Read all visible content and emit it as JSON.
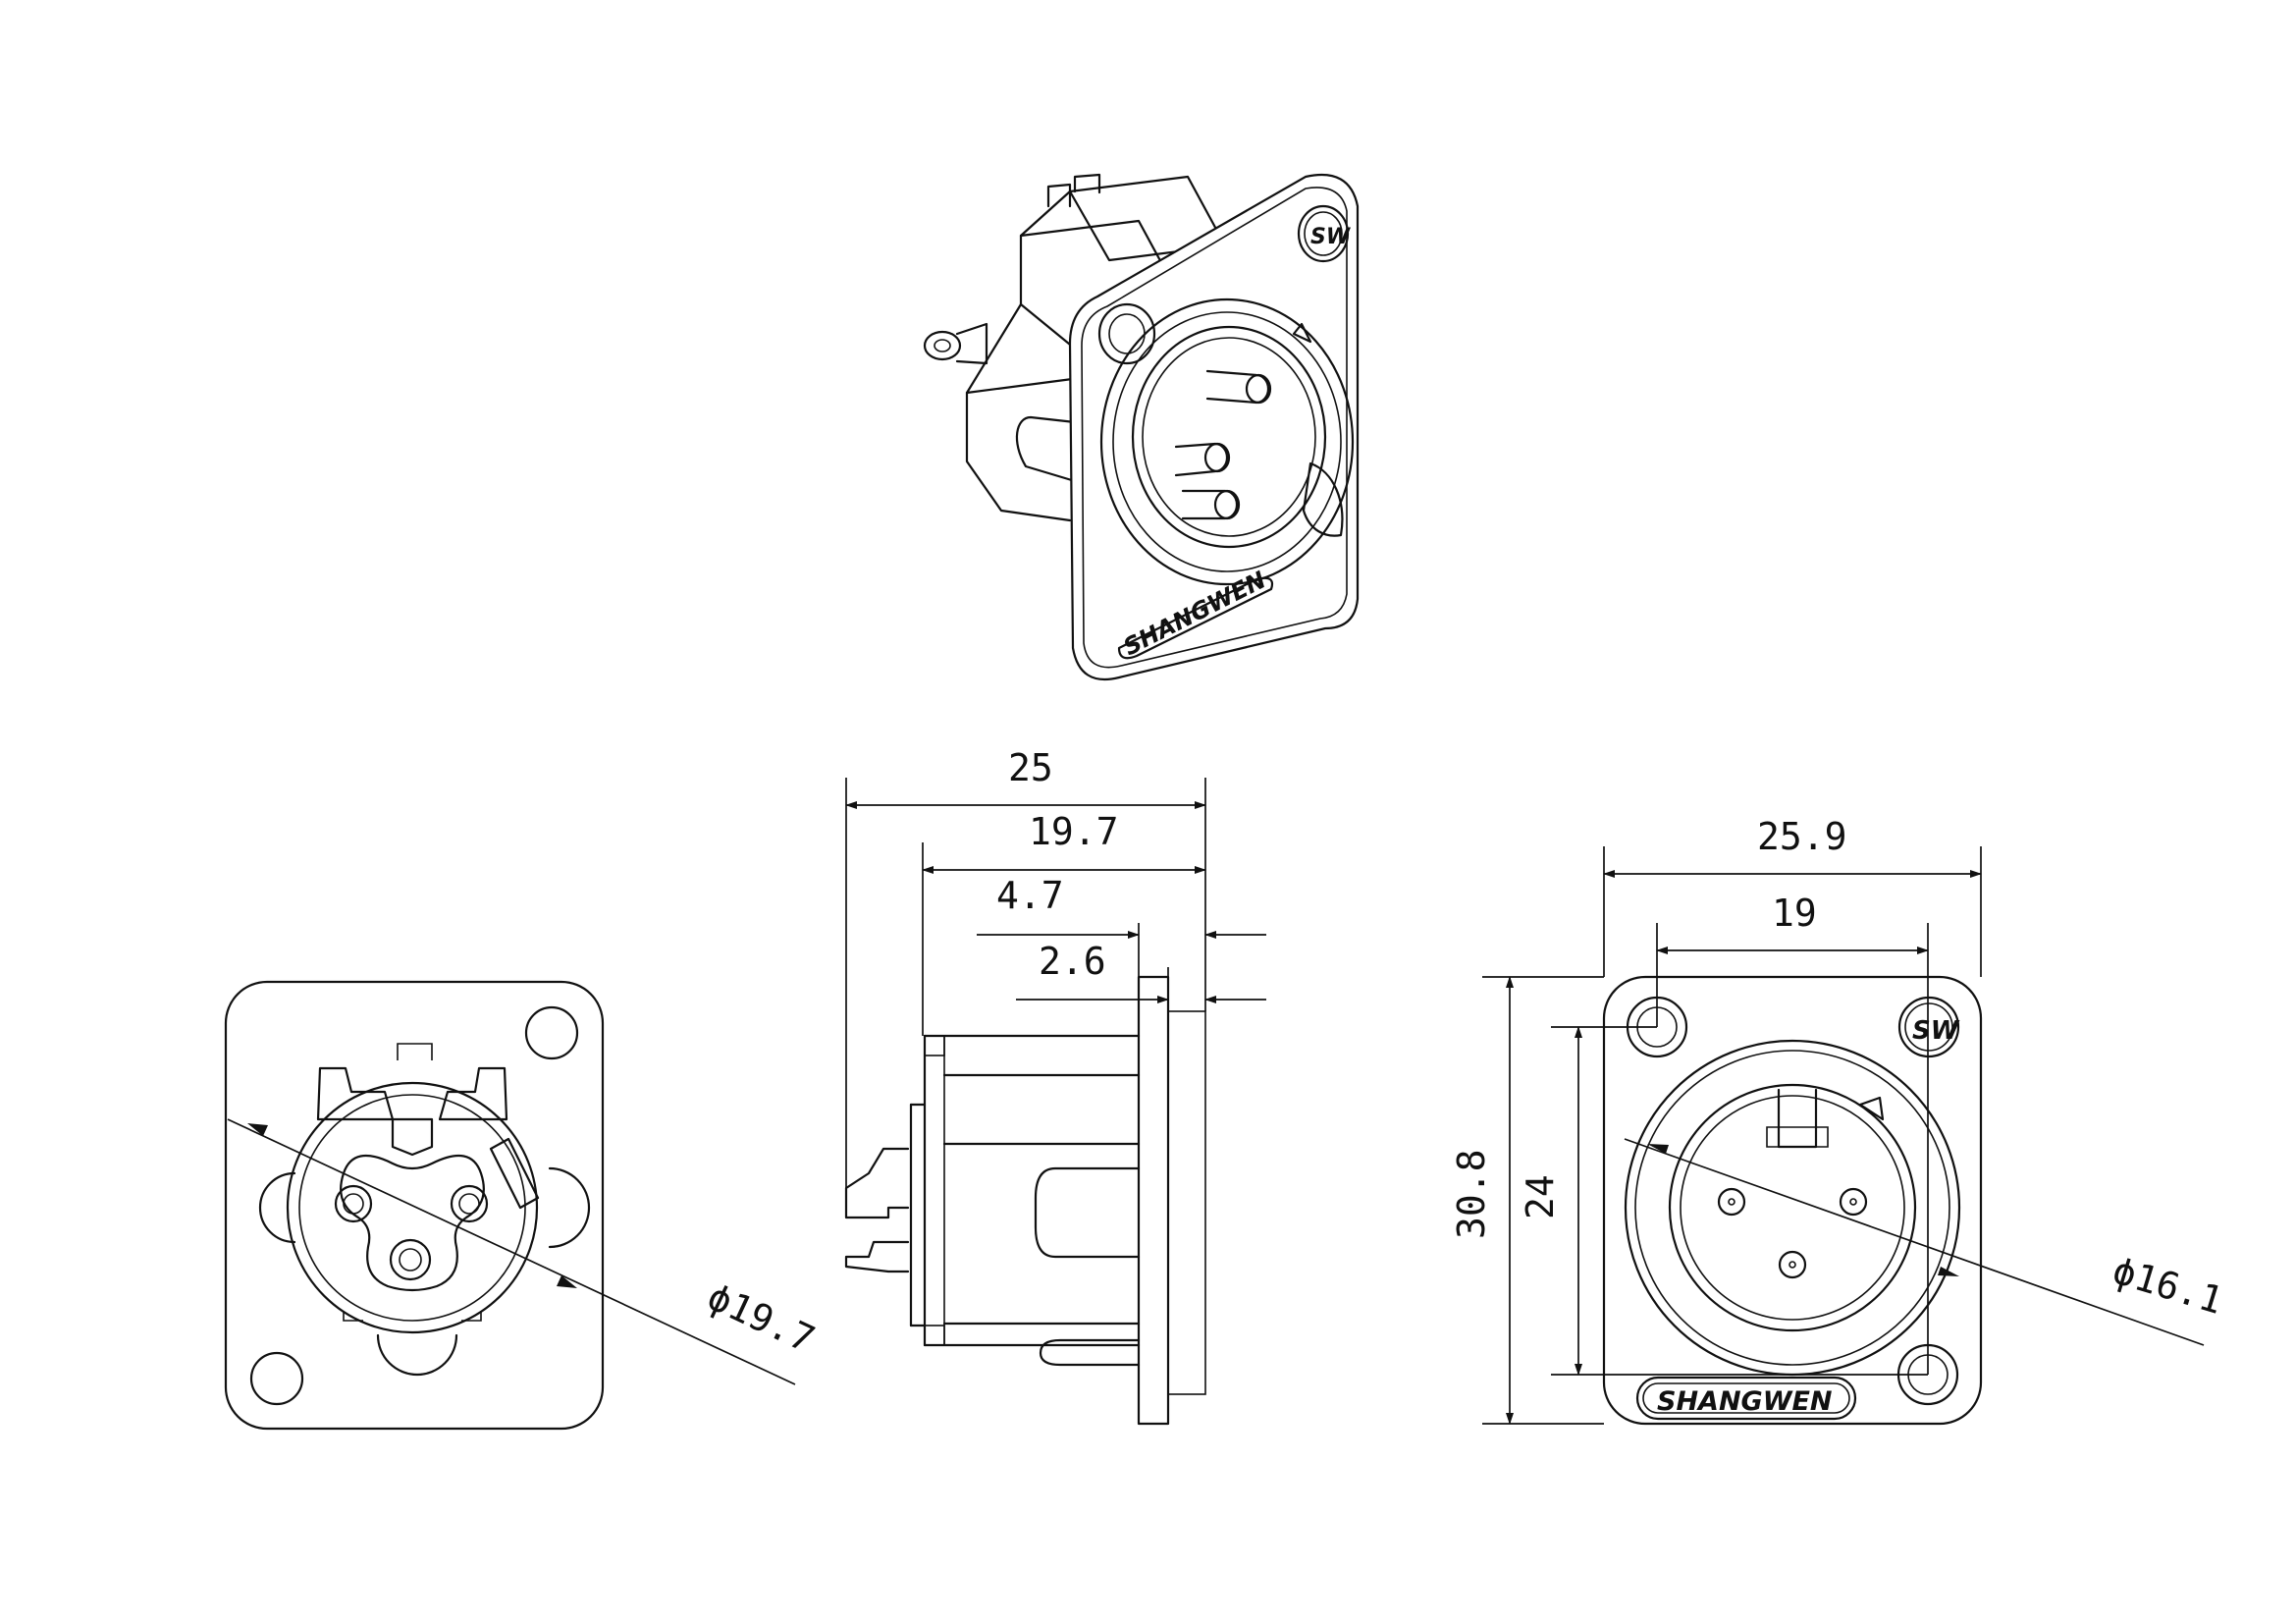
{
  "drawing": {
    "iso_brand": "SHANGWEN",
    "brand_label": "SHANGWEN",
    "logo_mark": "SW",
    "dimensions": {
      "side_total": "25",
      "side_body": "19.7",
      "side_flange_offset": "4.7",
      "side_flange_thickness": "2.6",
      "rear_diameter": "ϕ19.7",
      "front_width": "25.9",
      "front_hole_spacing_x": "19",
      "front_height": "30.8",
      "front_hole_spacing_y": "24",
      "front_diameter": "ϕ16.1"
    }
  }
}
